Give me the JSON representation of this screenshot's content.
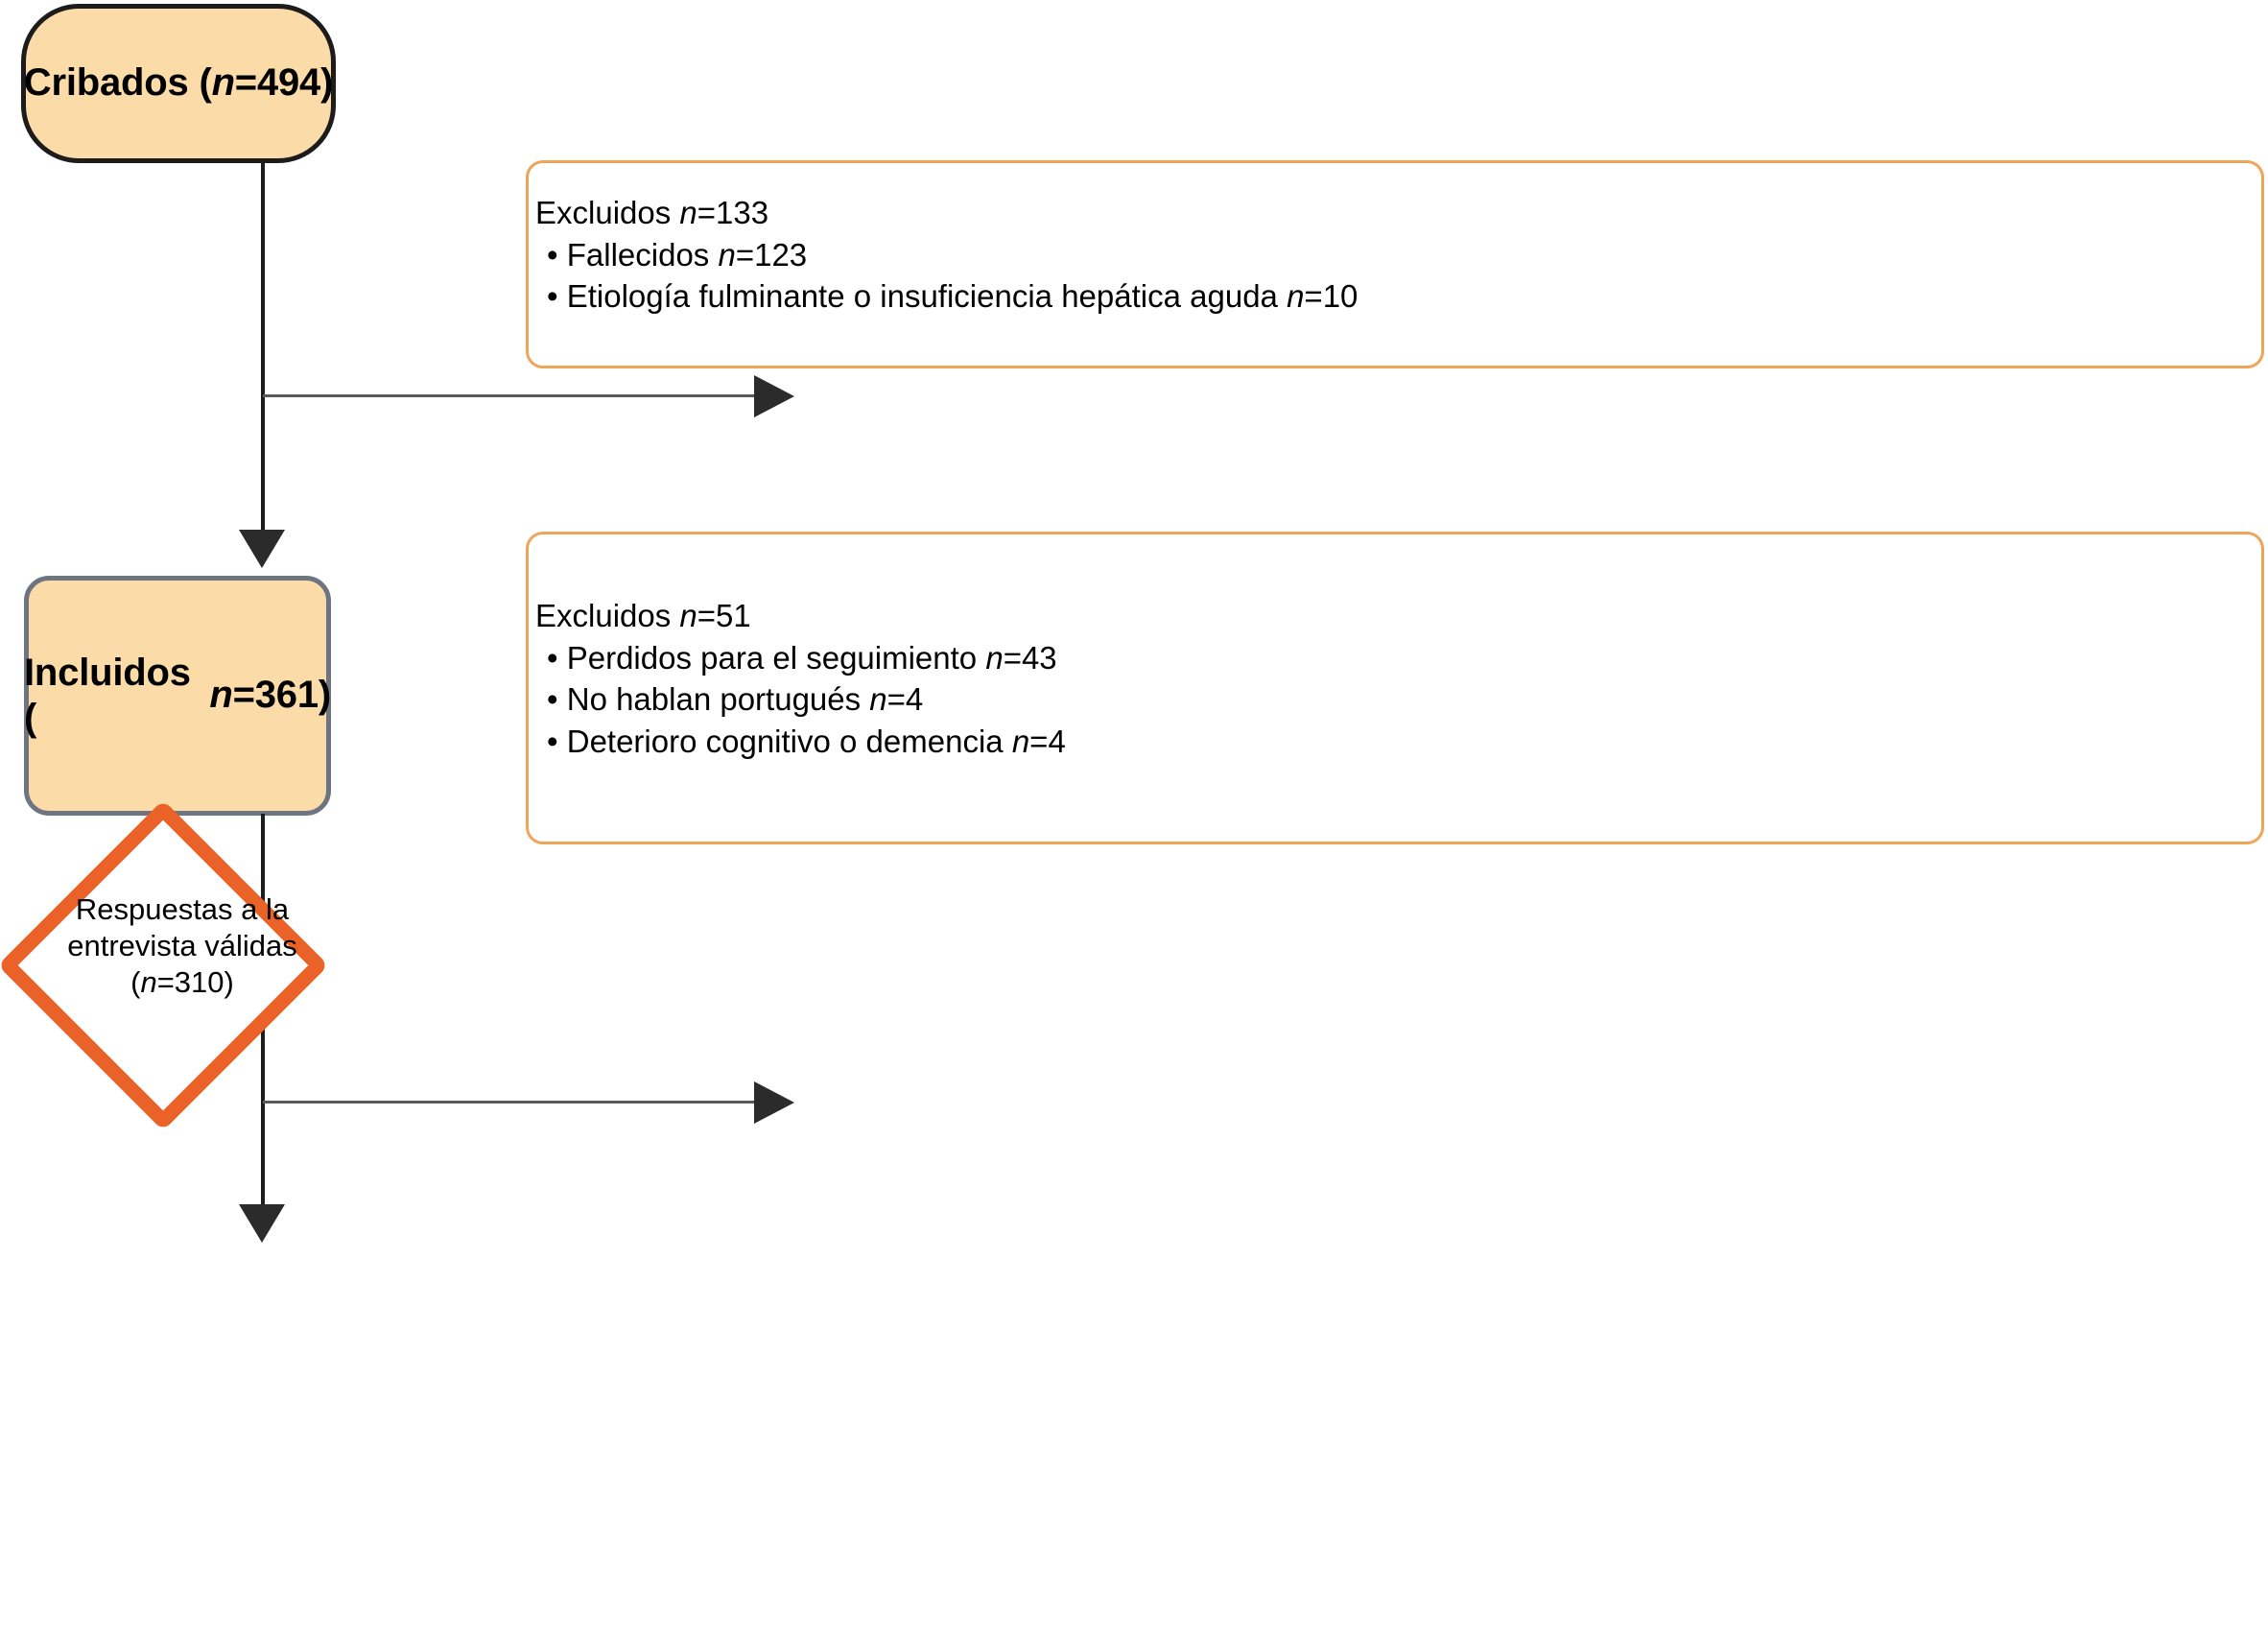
{
  "diagram": {
    "type": "participant-flow-diagram",
    "language": "es",
    "colors": {
      "node_fill": "#FBDCA8",
      "screened_border": "#1C1C1C",
      "included_border": "#6E7480",
      "excluded_border": "#EFA558",
      "diamond_border": "#EA6227",
      "connector": "#2B2B2B"
    },
    "nodes": {
      "screened": {
        "label_prefix": "Cribados (",
        "n_symbol": "n",
        "label_suffix": "=494)",
        "full_text": "Cribados (n=494)",
        "count": 494
      },
      "included": {
        "label_prefix": "Incluidos (",
        "n_symbol": "n",
        "label_suffix": "=361)",
        "full_text": "Incluidos (n=361)",
        "count": 361
      },
      "outcome": {
        "line1": "Respuestas a la",
        "line2": "entrevista válidas",
        "line3_prefix": "(",
        "n_symbol": "n",
        "line3_suffix": "=310)",
        "full_text": "Respuestas a la entrevista válidas (n=310)",
        "count": 310
      }
    },
    "excluded": [
      {
        "heading_prefix": "Excluidos ",
        "n_symbol": "n",
        "heading_suffix": "=133",
        "heading_full": "Excluidos n=133",
        "count": 133,
        "items": [
          {
            "bullet": "•",
            "text_prefix": " Fallecidos ",
            "n_symbol": "n",
            "text_suffix": "=123",
            "full": "• Fallecidos n=123",
            "count": 123
          },
          {
            "bullet": "•",
            "text_prefix": " Etiología fulminante o insuficiencia hepática aguda ",
            "n_symbol": "n",
            "text_suffix": "=10",
            "full": "• Etiología fulminante o insuficiencia hepática aguda n=10",
            "count": 10
          }
        ]
      },
      {
        "heading_prefix": "Excluidos ",
        "n_symbol": "n",
        "heading_suffix": "=51",
        "heading_full": "Excluidos n=51",
        "count": 51,
        "items": [
          {
            "bullet": "•",
            "text_prefix": " Perdidos para el seguimiento ",
            "n_symbol": "n",
            "text_suffix": "=43",
            "full": "• Perdidos para el seguimiento n=43",
            "count": 43
          },
          {
            "bullet": "•",
            "text_prefix": " No hablan portugués ",
            "n_symbol": "n",
            "text_suffix": "=4",
            "full": "• No hablan portugués n=4",
            "count": 4
          },
          {
            "bullet": "•",
            "text_prefix": " Deterioro cognitivo o demencia ",
            "n_symbol": "n",
            "text_suffix": "=4",
            "full": "• Deterioro cognitivo o demencia n=4",
            "count": 4
          }
        ]
      }
    ]
  }
}
